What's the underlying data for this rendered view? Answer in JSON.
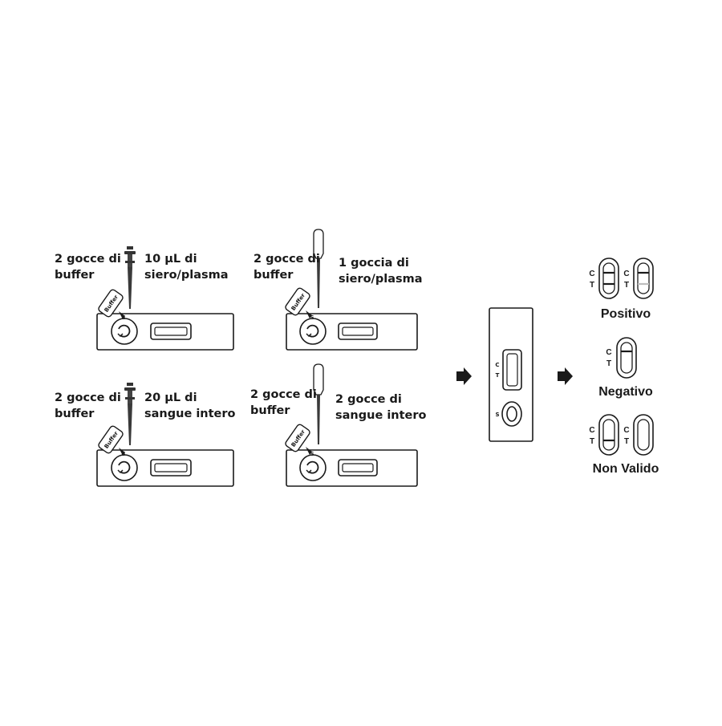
{
  "procedures": [
    {
      "buffer_label": [
        "2 gocce di",
        "buffer"
      ],
      "sample_label": [
        "10 µL di",
        "siero/plasma"
      ],
      "tool": "micropipette"
    },
    {
      "buffer_label": [
        "2 gocce di",
        "buffer"
      ],
      "sample_label": [
        "1 goccia di",
        "siero/plasma"
      ],
      "tool": "dropper"
    },
    {
      "buffer_label": [
        "2 gocce di",
        "buffer"
      ],
      "sample_label": [
        "20 µL di",
        "sangue intero"
      ],
      "tool": "micropipette"
    },
    {
      "buffer_label": [
        "2 gocce di",
        "buffer"
      ],
      "sample_label": [
        "2 gocce di",
        "sangue intero"
      ],
      "tool": "dropper"
    }
  ],
  "bottle_label": "Buffer",
  "marks": {
    "c": "C",
    "t": "T",
    "s": "S"
  },
  "results": {
    "positive": "Positivo",
    "negative": "Negativo",
    "invalid": "Non Valido"
  },
  "icons": {
    "step_arrow": "arrow-right-icon",
    "bottle": "buffer-bottle-icon"
  },
  "colors": {
    "ink": "#1a1a1a",
    "shade": "#bdbdbd"
  }
}
